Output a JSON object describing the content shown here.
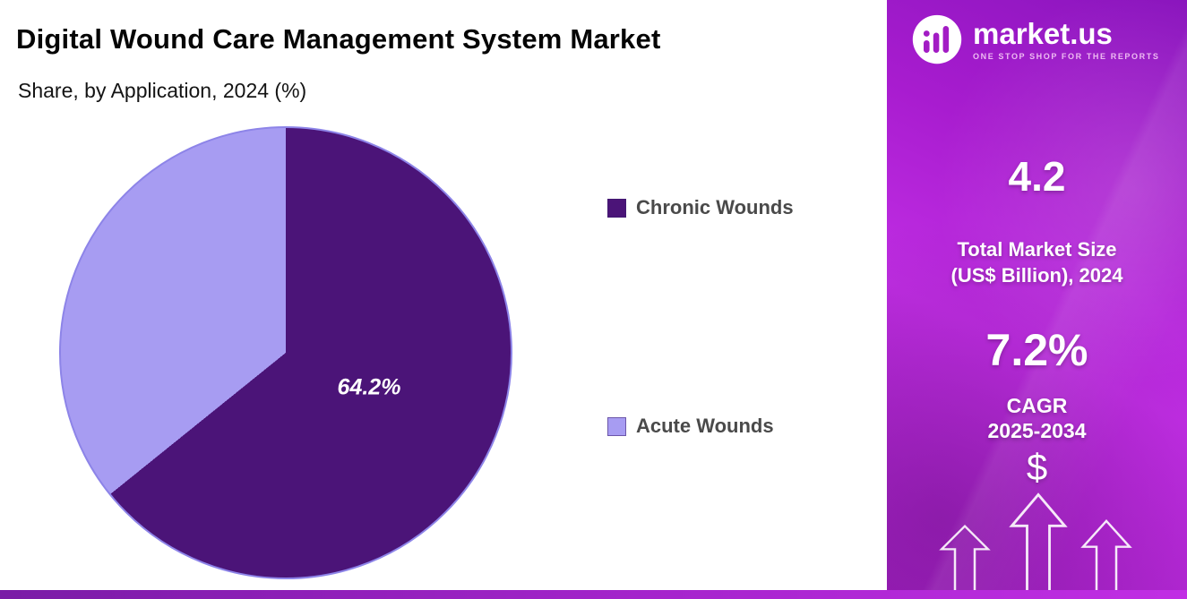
{
  "chart_data": {
    "type": "pie",
    "title": "Digital Wound Care Management System Market",
    "subtitle": "Share, by Application, 2024 (%)",
    "labels": [
      "Chronic Wounds",
      "Acute Wounds"
    ],
    "values": [
      64.2,
      35.8
    ],
    "colors": [
      "#4b1478",
      "#a79cf2"
    ],
    "data_label": "64.2%",
    "legend_position": "right",
    "start_angle_deg": 0,
    "direction": "clockwise",
    "pie_border_color": "#8d84e8"
  },
  "sidebar": {
    "brand": {
      "name": "market.us",
      "tagline": "ONE STOP SHOP FOR THE REPORTS"
    },
    "stats": {
      "market_size_value": "4.2",
      "market_size_label_line1": "Total Market Size",
      "market_size_label_line2": "(US$ Billion), 2024",
      "cagr_value": "7.2%",
      "cagr_label": "CAGR",
      "cagr_period": "2025-2034",
      "currency_symbol": "$"
    },
    "colors": {
      "gradient_start": "#8a15bd",
      "gradient_end": "#c12ee4"
    }
  },
  "accent_bar_colors": [
    "#7a1ba6",
    "#c12ee4"
  ]
}
